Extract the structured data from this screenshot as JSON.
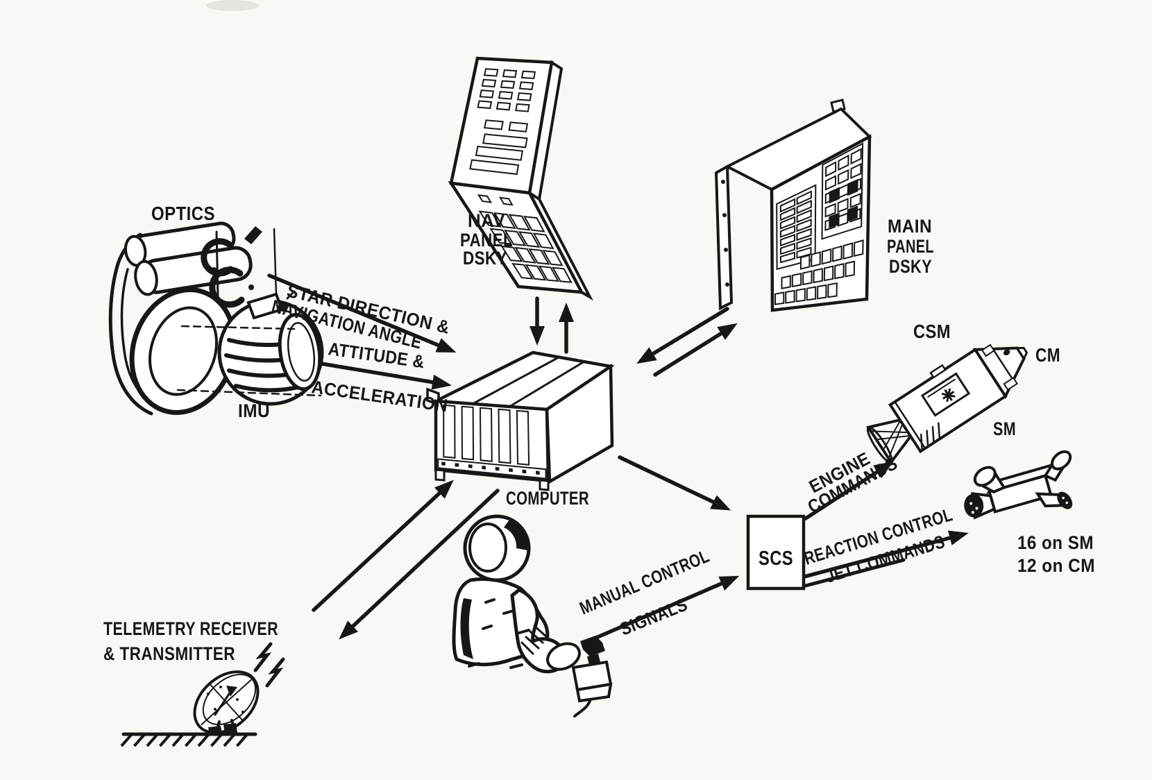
{
  "colors": {
    "ink": "#171717",
    "paper": "#f9f8f4"
  },
  "nodes": {
    "optics": {
      "label": "OPTICS"
    },
    "imu": {
      "label": "IMU"
    },
    "nav_dsky": {
      "line1": "NAV",
      "line2": "PANEL",
      "line3": "DSKY"
    },
    "main_dsky": {
      "line1": "MAIN",
      "line2": "PANEL",
      "line3": "DSKY"
    },
    "computer": {
      "label": "COMPUTER"
    },
    "scs": {
      "label": "SCS"
    },
    "csm": {
      "label": "CSM"
    },
    "cm": {
      "label": "CM"
    },
    "sm": {
      "label": "SM"
    },
    "telemetry": {
      "line1": "TELEMETRY RECEIVER",
      "line2": "& TRANSMITTER"
    },
    "rcs_jets": {
      "line1": "16 on SM",
      "line2": "12 on CM"
    }
  },
  "flows": {
    "star_direction": {
      "line1": "STAR DIRECTION &",
      "line2": "NAVIGATION ANGLE",
      "from": "optics",
      "to": "computer"
    },
    "attitude": {
      "line1": "ATTITUDE &",
      "line2": "ACCELERATION",
      "from": "imu",
      "to": "computer"
    },
    "manual_control": {
      "line1": "MANUAL CONTROL",
      "line2": "SIGNALS",
      "from": "astronaut",
      "to": "scs"
    },
    "engine_commands": {
      "line1": "ENGINE",
      "line2": "COMMANDS",
      "from": "scs",
      "to": "csm-engine"
    },
    "reaction_control": {
      "line1": "REACTION CONTROL",
      "line2": "JET COMMANDS",
      "from": "scs",
      "to": "rcs-jets"
    }
  }
}
